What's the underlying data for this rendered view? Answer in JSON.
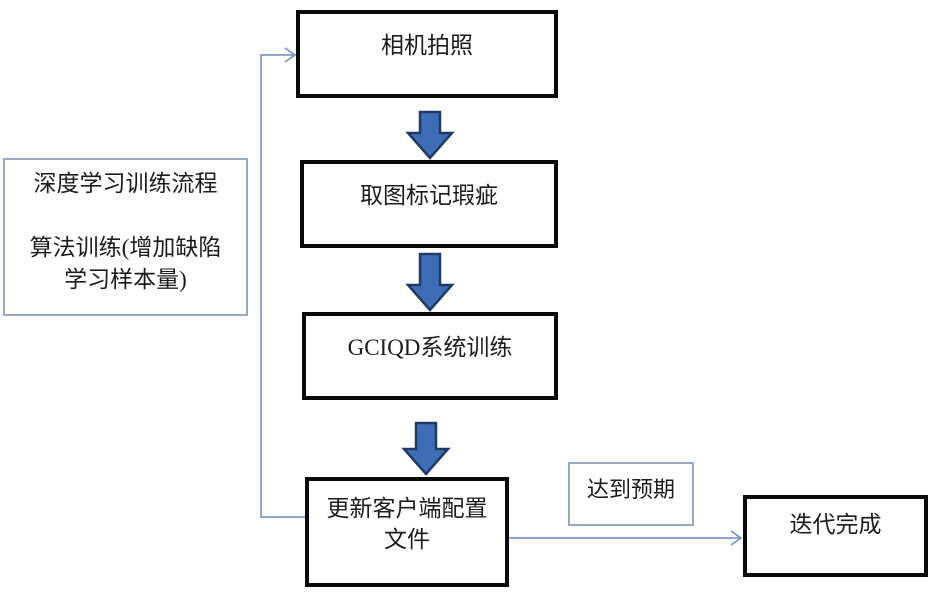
{
  "diagram": {
    "colors": {
      "block_arrow_fill": "#3e6db5",
      "block_arrow_stroke": "#203a64",
      "connector": "#7e99c4",
      "process_box_border": "#0a0a0a",
      "note_box_border": "#97a9c4"
    },
    "nodes": {
      "camera": {
        "label": "相机拍照"
      },
      "mark_defects": {
        "label": "取图标记瑕疵"
      },
      "system_training": {
        "label": "GCIQD系统训练"
      },
      "update_client": {
        "label": "更新客户端配置文件"
      },
      "iteration_done": {
        "label": "迭代完成"
      },
      "expectation": {
        "label": "达到预期"
      },
      "process_note": {
        "line1": "深度学习训练流程",
        "line2": "算法训练(增加缺陷",
        "line3": "学习样本量)"
      }
    }
  }
}
